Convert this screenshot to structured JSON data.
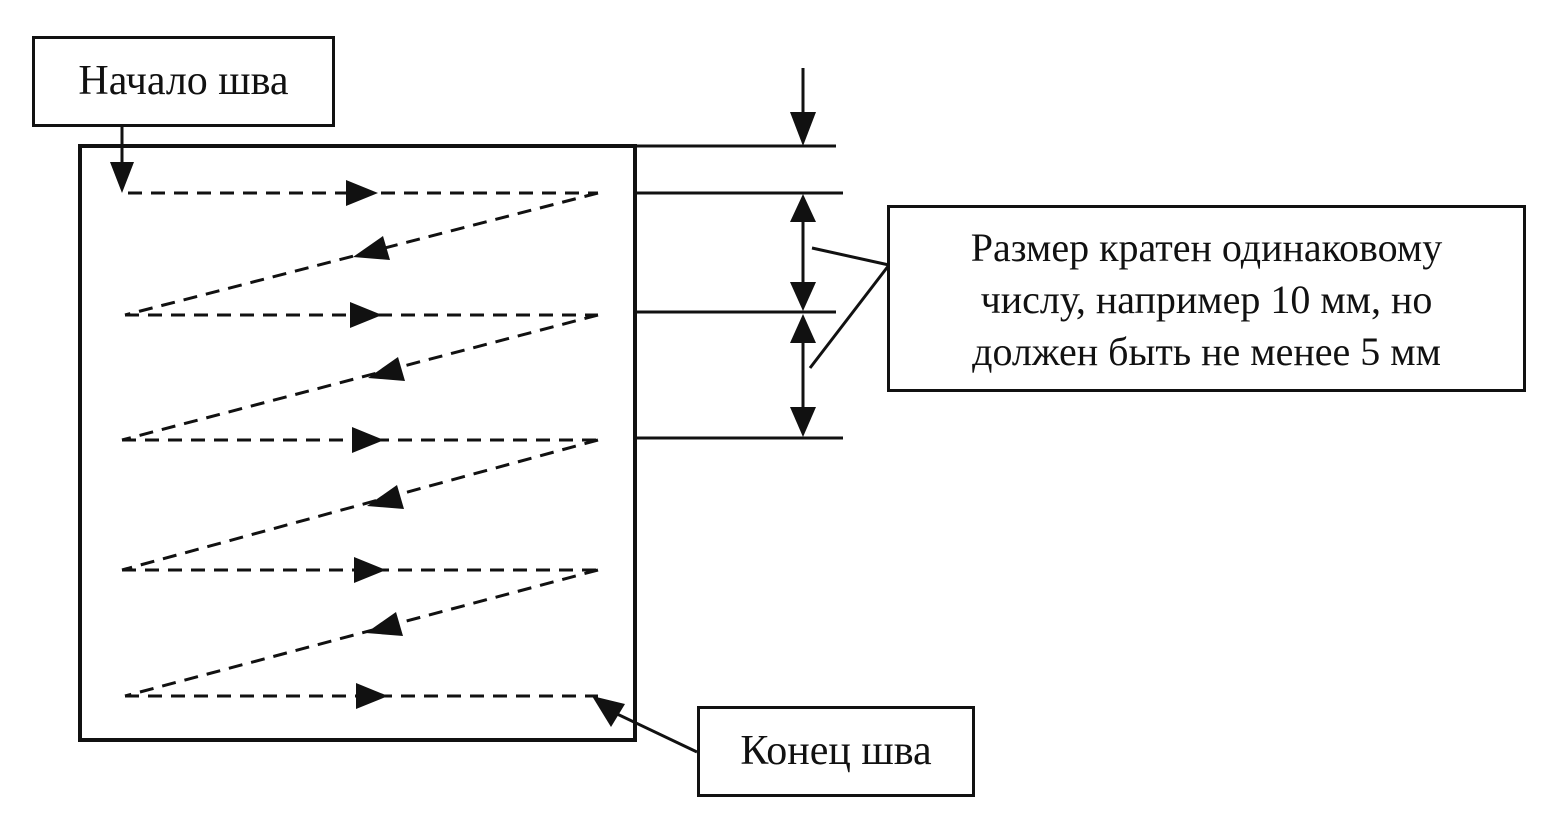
{
  "labels": {
    "seam_start": "Начало шва",
    "seam_end": "Конец шва",
    "size_note": [
      "Размер кратен одинаковому",
      "числу, например 10 мм, но",
      "должен быть не менее 5 мм"
    ]
  },
  "colors": {
    "ink": "#111111",
    "background": "#ffffff"
  }
}
